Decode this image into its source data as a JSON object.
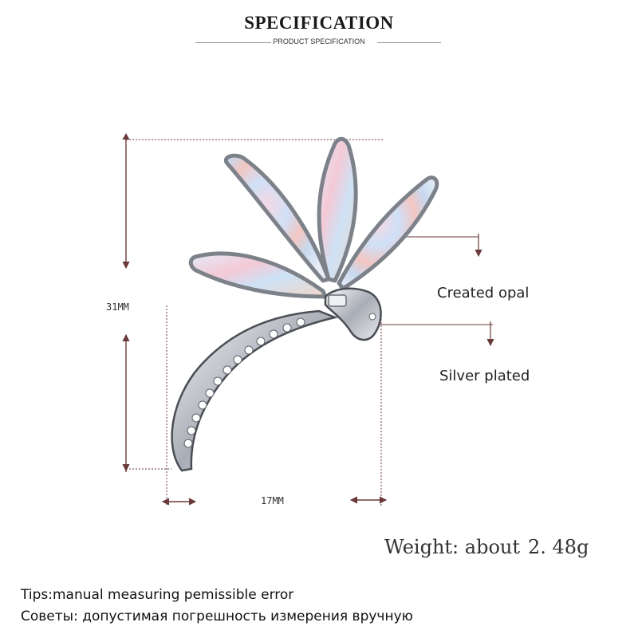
{
  "header": {
    "title": "SPECIFICATION",
    "subtitle": "PRODUCT SPECIFICATION"
  },
  "dimensions": {
    "height": "31MM",
    "width": "17MM"
  },
  "callouts": {
    "stone": "Created opal",
    "metal": "Silver plated"
  },
  "weight": {
    "label": "Weight: about",
    "value": "2. 48g"
  },
  "tips": {
    "english": "Tips:manual measuring pemissible error",
    "russian": "Советы: допустимая погрешность измерения вручную"
  },
  "colors": {
    "dim_line": "#6b3a3a",
    "silver": "#c9ccd2",
    "opal": "#dfe6f5"
  }
}
